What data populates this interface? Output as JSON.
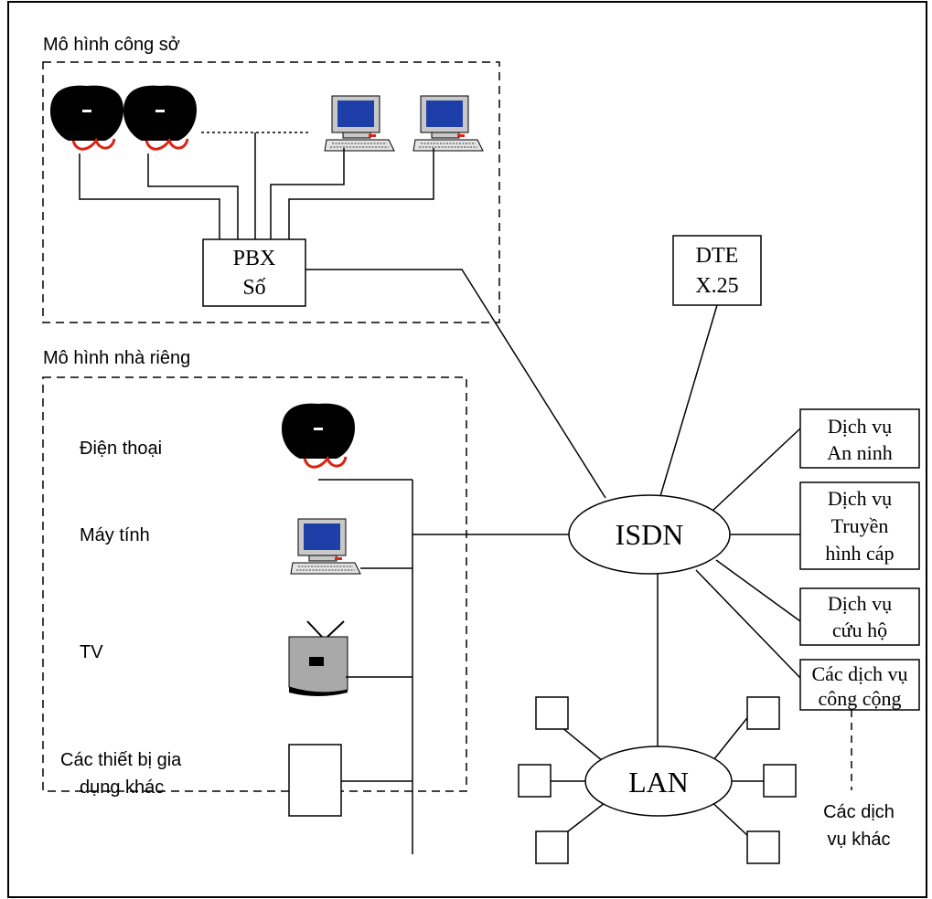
{
  "office_model": {
    "label": "Mô hình công sở"
  },
  "home_model": {
    "label": "Mô hình nhà riêng"
  },
  "pbx": {
    "line1": "PBX",
    "line2": "Số"
  },
  "dte": {
    "line1": "DTE",
    "line2": "X.25"
  },
  "isdn": {
    "label": "ISDN"
  },
  "lan": {
    "label": "LAN"
  },
  "home_devices": {
    "phone": "Điện thoại",
    "computer": "Máy tính",
    "tv": "TV",
    "appliances_line1": "Các thiết bị gia",
    "appliances_line2": "dụng khác"
  },
  "services": {
    "security_line1": "Dịch vụ",
    "security_line2": "An ninh",
    "cable_line1": "Dịch vụ",
    "cable_line2": "Truyền",
    "cable_line3": "hình cáp",
    "rescue_line1": "Dịch vụ",
    "rescue_line2": "cứu hộ",
    "public_line1": "Các dịch vụ",
    "public_line2": "công cộng",
    "other_line1": "Các dịch",
    "other_line2": "vụ khác"
  }
}
